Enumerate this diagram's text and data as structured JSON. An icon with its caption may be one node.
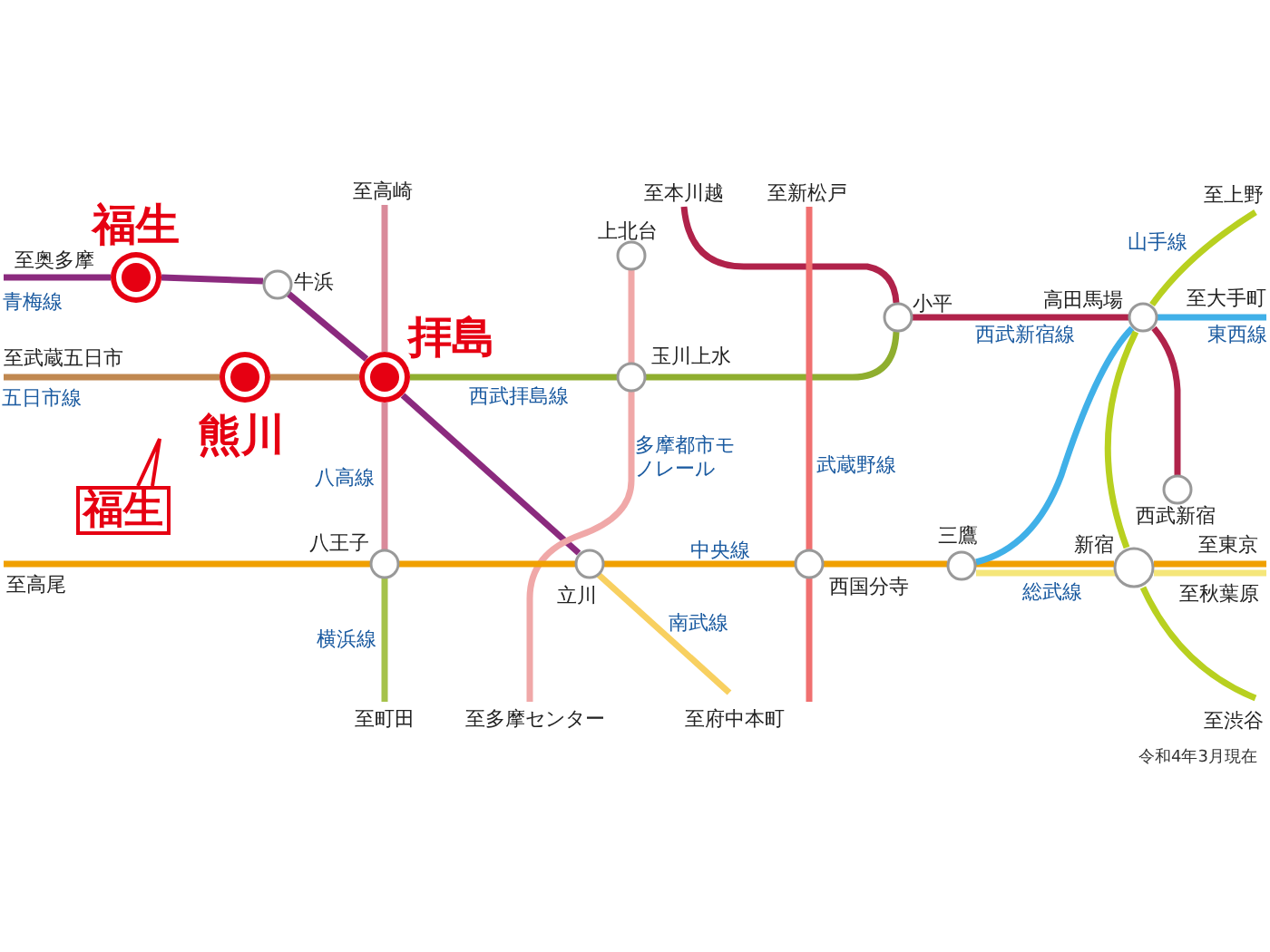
{
  "diagram": {
    "nodes": [
      {
        "text": [
          "至上野"
        ]
      },
      {
        "text": [
          "至本川越"
        ]
      },
      {
        "text": [
          "至新松戸"
        ]
      },
      {
        "text": [
          "至高崎"
        ]
      },
      {
        "text": [
          "福生"
        ]
      },
      {
        "text": [
          "至奥多摩"
        ]
      },
      {
        "text": [
          "牛浜"
        ]
      },
      {
        "text": [
          "上北台"
        ]
      },
      {
        "text": [
          "小平"
        ]
      },
      {
        "text": [
          "高田馬場"
        ]
      },
      {
        "text": [
          "至大手町"
        ]
      },
      {
        "text": [
          "至武蔵五日市"
        ]
      },
      {
        "text": [
          "熊川"
        ]
      },
      {
        "text": [
          "拝島"
        ]
      },
      {
        "text": [
          "玉川上水"
        ]
      },
      {
        "text": [
          "西武新宿"
        ]
      },
      {
        "text": [
          "福生"
        ]
      },
      {
        "text": [
          "八王子"
        ]
      },
      {
        "text": [
          "立川"
        ]
      },
      {
        "text": [
          "西国分寺"
        ]
      },
      {
        "text": [
          "三鷹"
        ]
      },
      {
        "text": [
          "新宿"
        ]
      },
      {
        "text": [
          "至東京"
        ]
      },
      {
        "text": [
          "至秋葉原"
        ]
      },
      {
        "text": [
          "至高尾"
        ]
      },
      {
        "text": [
          "至町田"
        ]
      },
      {
        "text": [
          "至多摩センター"
        ]
      },
      {
        "text": [
          "至府中本町"
        ]
      },
      {
        "text": [
          "至渋谷"
        ]
      }
    ],
    "edges": [
      {
        "from": 5,
        "to": 4,
        "arrow": "none",
        "color": "#8b2a7e"
      },
      {
        "from": 4,
        "to": 6,
        "arrow": "none",
        "color": "#8b2a7e"
      },
      {
        "from": 6,
        "to": 13,
        "arrow": "none",
        "color": "#8b2a7e"
      },
      {
        "from": 13,
        "to": 18,
        "arrow": "none",
        "color": "#8b2a7e"
      },
      {
        "from": 11,
        "to": 12,
        "arrow": "none",
        "color": "#c08850"
      },
      {
        "from": 12,
        "to": 13,
        "arrow": "none",
        "color": "#c08850"
      },
      {
        "from": 3,
        "to": 13,
        "arrow": "none",
        "color": "#d98a9a"
      },
      {
        "from": 13,
        "to": 17,
        "arrow": "none",
        "color": "#d98a9a"
      },
      {
        "from": 17,
        "to": 25,
        "arrow": "none",
        "color": "#a5c24a"
      },
      {
        "from": 13,
        "to": 14,
        "arrow": "none",
        "color": "#8fae2f"
      },
      {
        "from": 14,
        "to": 8,
        "arrow": "none",
        "color": "#8fae2f"
      },
      {
        "from": 7,
        "to": 14,
        "arrow": "none",
        "color": "#f0a8a8"
      },
      {
        "from": 14,
        "to": 26,
        "arrow": "none",
        "color": "#f0a8a8"
      },
      {
        "from": 1,
        "to": 8,
        "arrow": "none",
        "color": "#b0224a"
      },
      {
        "from": 8,
        "to": 9,
        "arrow": "none",
        "color": "#b0224a"
      },
      {
        "from": 9,
        "to": 15,
        "arrow": "none",
        "color": "#b0224a"
      },
      {
        "from": 2,
        "to": 19,
        "arrow": "none",
        "color": "#f07070"
      },
      {
        "from": 19,
        "to": 27,
        "arrow": "none",
        "color": "#f07070"
      },
      {
        "from": 24,
        "to": 17,
        "arrow": "none",
        "color": "#f0a000"
      },
      {
        "from": 17,
        "to": 18,
        "arrow": "none",
        "color": "#f0a000"
      },
      {
        "from": 18,
        "to": 19,
        "arrow": "none",
        "color": "#f0a000"
      },
      {
        "from": 19,
        "to": 20,
        "arrow": "none",
        "color": "#f0a000"
      },
      {
        "from": 20,
        "to": 21,
        "arrow": "none",
        "color": "#f0a000"
      },
      {
        "from": 21,
        "to": 22,
        "arrow": "none",
        "color": "#f0a000"
      },
      {
        "from": 20,
        "to": 21,
        "arrow": "none",
        "color": "#f5e67a"
      },
      {
        "from": 21,
        "to": 23,
        "arrow": "none",
        "color": "#f5e67a"
      },
      {
        "from": 18,
        "to": 27,
        "arrow": "none",
        "color": "#f8d060"
      },
      {
        "from": 20,
        "to": 9,
        "arrow": "none",
        "color": "#40b0e8"
      },
      {
        "from": 9,
        "to": 10,
        "arrow": "none",
        "color": "#40b0e8"
      },
      {
        "from": 0,
        "to": 9,
        "arrow": "none",
        "color": "#b8d020"
      },
      {
        "from": 9,
        "to": 21,
        "arrow": "none",
        "color": "#b8d020"
      },
      {
        "from": 21,
        "to": 28,
        "arrow": "none",
        "color": "#b8d020"
      },
      {
        "from": 16,
        "to": null,
        "arrow": "to",
        "color": "#e60012"
      }
    ],
    "labels": [
      "山手線",
      "青梅線",
      "西武新宿線",
      "東西線",
      "西武拝島線",
      "五日市線",
      "多摩都市モノレール",
      "武蔵野線",
      "八高線",
      "中央線",
      "総武線",
      "南武線",
      "横浜線",
      "令和4年3月現在"
    ]
  }
}
